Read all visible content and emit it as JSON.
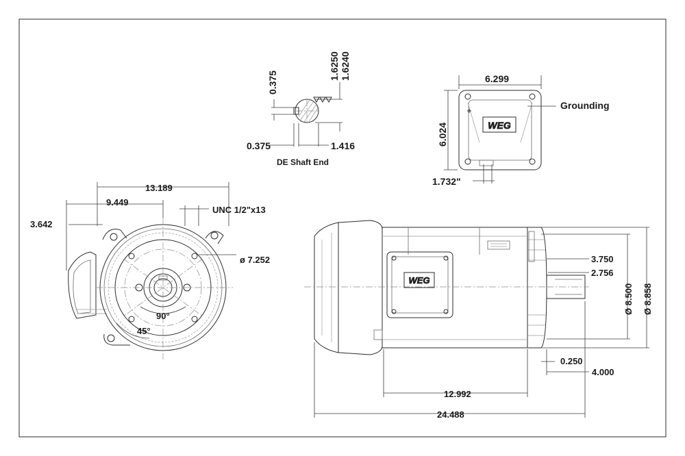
{
  "labels": {
    "shaft_key_width": "0.375",
    "shaft_dia_max": "1.6250",
    "shaft_dia_min": "1.6240",
    "shaft_key_depth": "0.375",
    "shaft_key_height": "1.416",
    "shaft_caption": "DE Shaft End",
    "box_width": "6.299",
    "box_height": "6.024",
    "box_offset": "1.732\"",
    "grounding": "Grounding",
    "overall_front_width": "13.189",
    "front_9449": "9.449",
    "front_3642": "3.642",
    "front_thread": "UNC 1/2\"x13",
    "front_bolt_circle": "ø 7.252",
    "front_angle_90": "90°",
    "front_angle_45": "45°",
    "side_3750": "3.750",
    "side_2756": "2.756",
    "side_dia_8500": "Ø 8.500",
    "side_dia_8858": "Ø 8.858",
    "side_0250": "0.250",
    "side_4000": "4.000",
    "side_12992": "12.992",
    "side_24488": "24.488"
  },
  "colors": {
    "line": "#2a2a2a",
    "text": "#1a1a1a",
    "background": "#ffffff"
  },
  "icons": [
    "weg-logo"
  ]
}
